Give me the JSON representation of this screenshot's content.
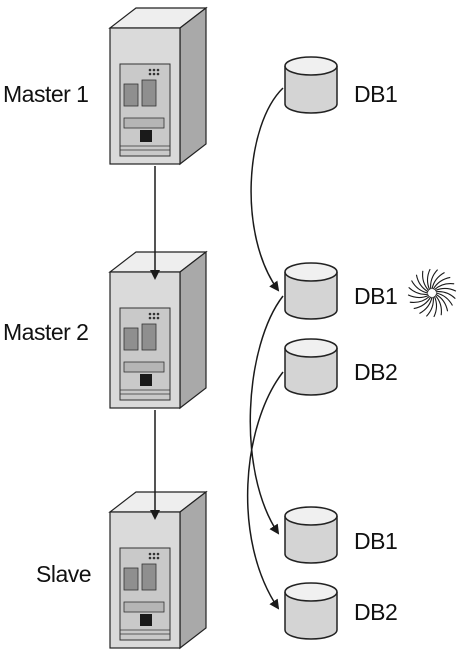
{
  "servers": [
    {
      "label": "Master 1"
    },
    {
      "label": "Master 2"
    },
    {
      "label": "Slave"
    }
  ],
  "databases": [
    {
      "label": "DB1"
    },
    {
      "label": "DB1"
    },
    {
      "label": "DB2"
    },
    {
      "label": "DB1"
    },
    {
      "label": "DB2"
    }
  ],
  "icons": {
    "server": "server-tower-icon",
    "database": "database-cylinder-icon",
    "spark": "starburst-icon"
  },
  "colors": {
    "stroke": "#222222",
    "server_face": "#dadada",
    "server_side": "#a9a9a9",
    "server_top": "#eeeeee",
    "db_body": "#d4d4d4",
    "db_top": "#f0f0f0"
  }
}
